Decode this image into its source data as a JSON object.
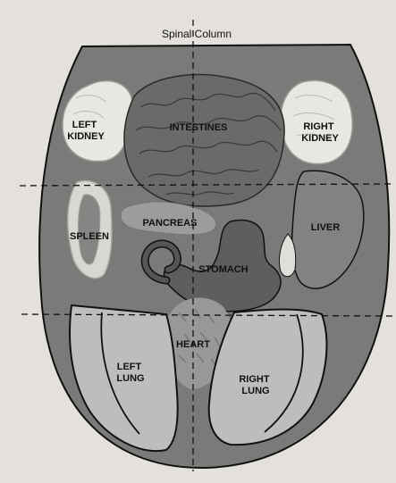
{
  "diagram": {
    "title": "Spinal Column",
    "labels": {
      "left_kidney": [
        "LEFT",
        "KIDNEY"
      ],
      "intestines": "INTESTINES",
      "right_kidney": [
        "RIGHT",
        "KIDNEY"
      ],
      "spleen": "SPLEEN",
      "pancreas": "PANCREAS",
      "liver": "LIVER",
      "stomach": "STOMACH",
      "heart": "HEART",
      "left_lung": [
        "LEFT",
        "LUNG"
      ],
      "right_lung": [
        "RIGHT",
        "LUNG"
      ]
    }
  },
  "colors": {
    "page_background": "#e4e1dc",
    "body_outline": "#7a7a78",
    "kidney": "#e9e7e1",
    "organ_dark": "#5e5e5c",
    "lung": "#bdbdbb"
  }
}
